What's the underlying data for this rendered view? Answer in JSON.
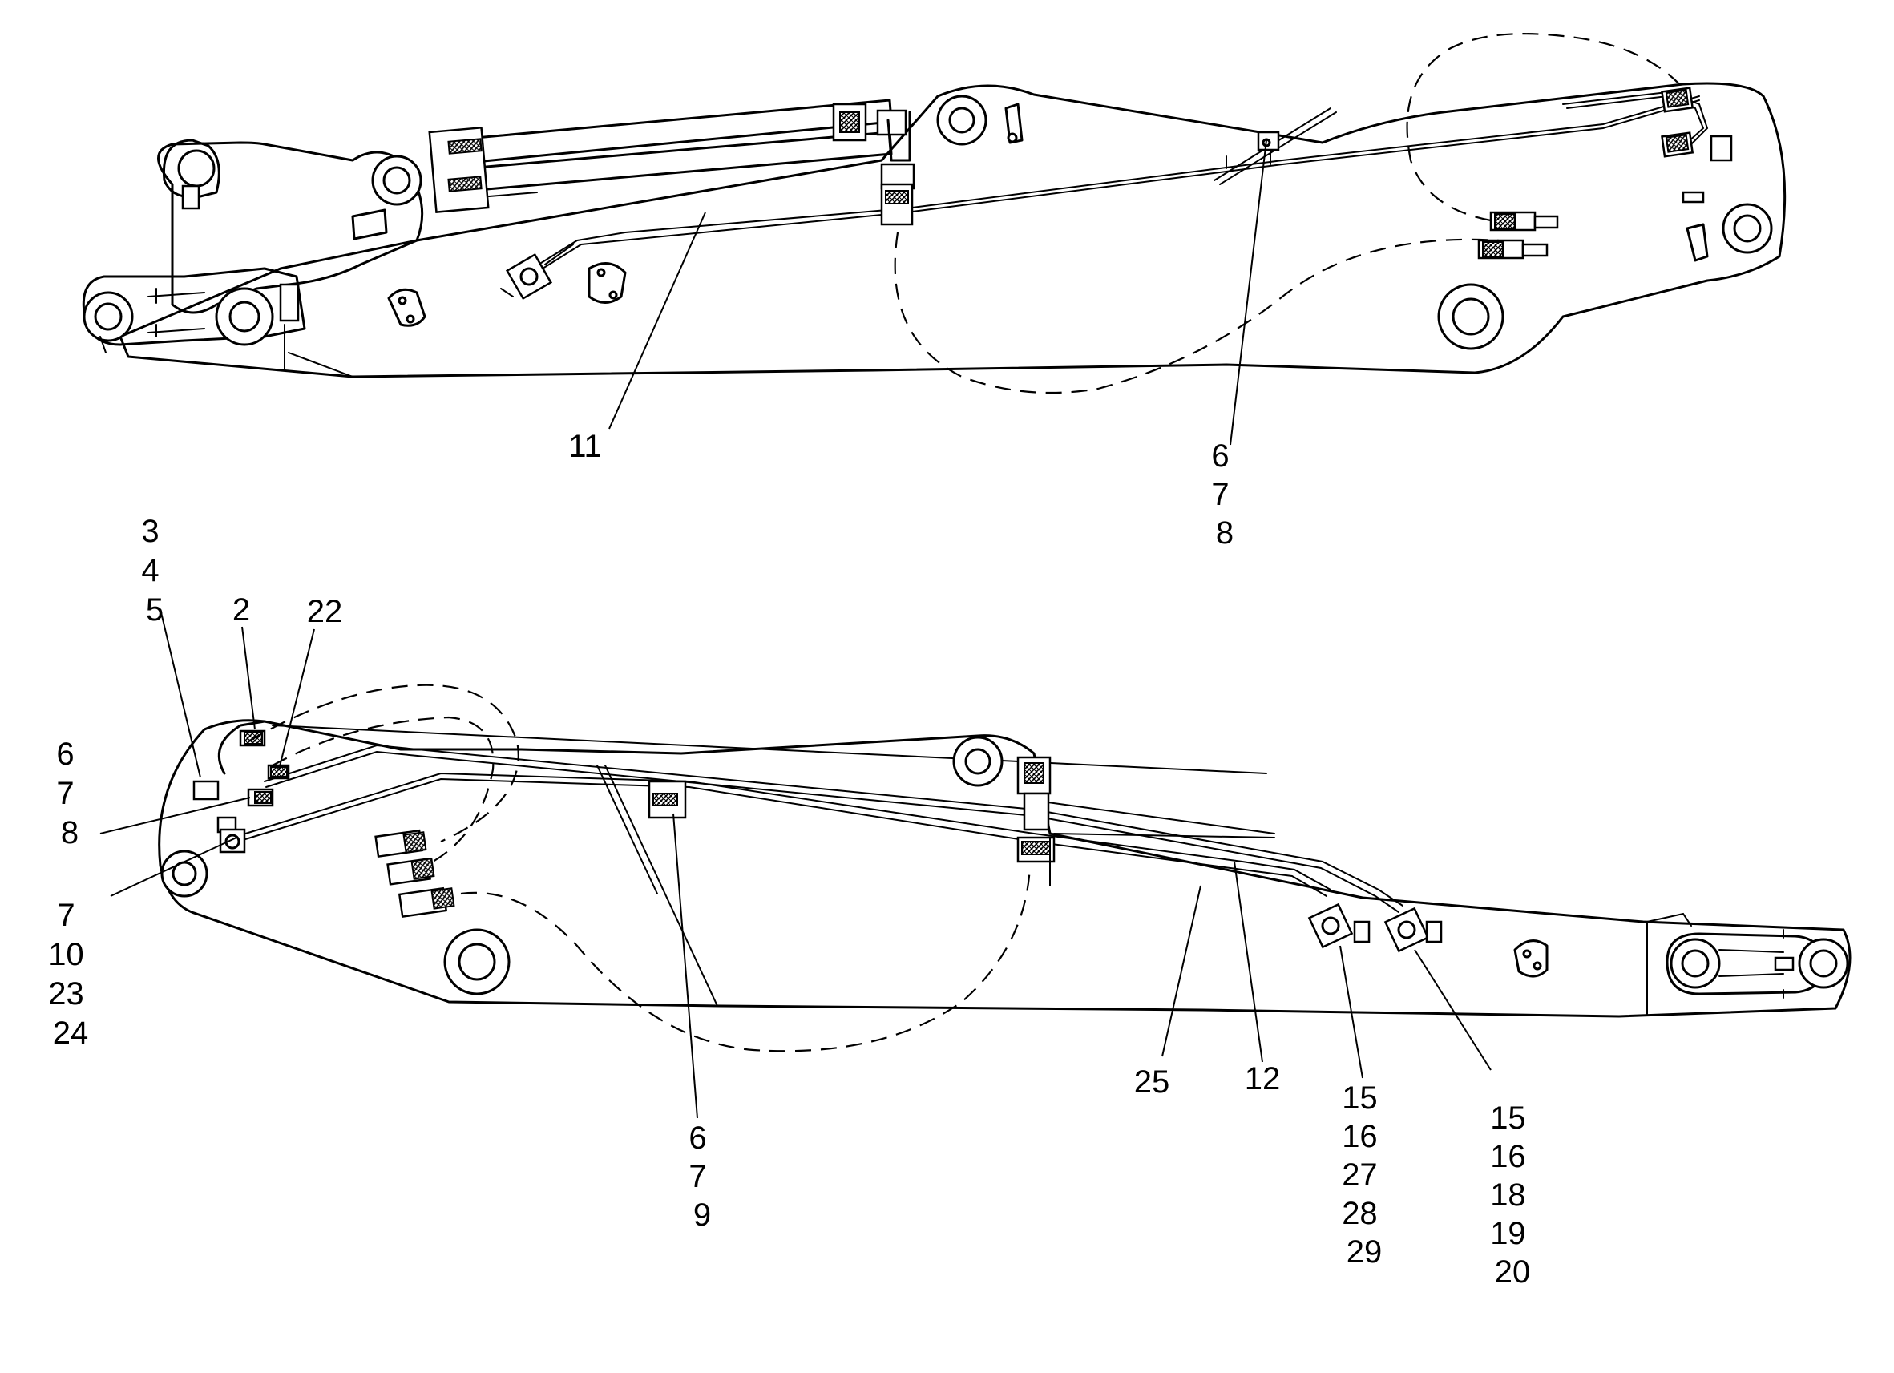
{
  "callouts_top": [
    {
      "id": "c11",
      "lines": [
        "11"
      ]
    },
    {
      "id": "c678a",
      "lines": [
        "6",
        "7",
        "8"
      ]
    }
  ],
  "callouts_bottom": [
    {
      "id": "c345",
      "lines": [
        "3",
        "4",
        "5"
      ]
    },
    {
      "id": "c2",
      "lines": [
        "2"
      ]
    },
    {
      "id": "c22",
      "lines": [
        "22"
      ]
    },
    {
      "id": "c678b",
      "lines": [
        "6",
        "7",
        "8"
      ]
    },
    {
      "id": "c7102324",
      "lines": [
        "7",
        "10",
        "23",
        "24"
      ]
    },
    {
      "id": "c679",
      "lines": [
        "6",
        "7",
        "9"
      ]
    },
    {
      "id": "c25",
      "lines": [
        "25"
      ]
    },
    {
      "id": "c12",
      "lines": [
        "12"
      ]
    },
    {
      "id": "c1516272829",
      "lines": [
        "15",
        "16",
        "27",
        "28",
        "29"
      ]
    },
    {
      "id": "c1516181920",
      "lines": [
        "15",
        "16",
        "18",
        "19",
        "20"
      ]
    }
  ]
}
